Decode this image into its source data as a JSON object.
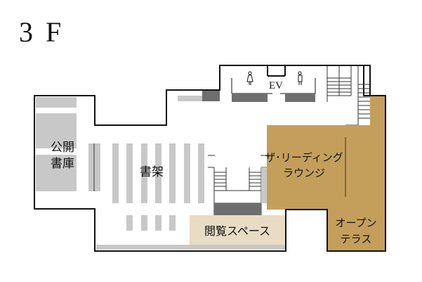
{
  "floor": {
    "title": "3 F"
  },
  "areas": {
    "open_stacks": {
      "line1": "公開",
      "line2": "書庫"
    },
    "bookshelves": {
      "label": "書架"
    },
    "reading_lounge": {
      "line1": "ザ･リーディング",
      "line2": "ラウンジ",
      "color": "#c49f5b"
    },
    "reading_space": {
      "label": "閲覧スペース",
      "color": "#e8dcc4"
    },
    "open_terrace": {
      "line1": "オープン",
      "line2": "テラス",
      "color": "#c49f5b"
    },
    "elevator": {
      "label": "EV"
    },
    "restroom_women": {
      "icon": "female-restroom-icon"
    },
    "restroom_men": {
      "icon": "male-restroom-icon"
    }
  },
  "colors": {
    "wall": "#111111",
    "shelf_light": "#c8c8c8",
    "shelf_dark": "#6e6e6e"
  }
}
